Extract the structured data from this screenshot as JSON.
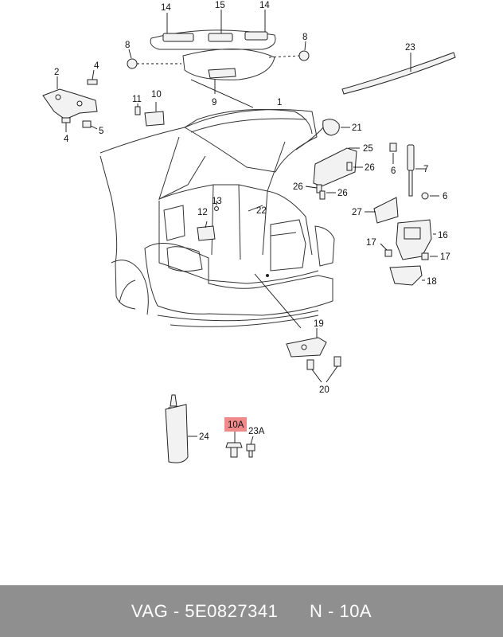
{
  "callouts": {
    "c14a": "14",
    "c15": "15",
    "c14b": "14",
    "c8a": "8",
    "c8b": "8",
    "c23": "23",
    "c2": "2",
    "c4a": "4",
    "c4b": "4",
    "c5": "5",
    "c11": "11",
    "c10": "10",
    "c9": "9",
    "c1": "1",
    "c21": "21",
    "c25": "25",
    "c26a": "26",
    "c26b": "26",
    "c26c": "26",
    "c6a": "6",
    "c7": "7",
    "c6b": "6",
    "c13": "13",
    "c12": "12",
    "c22": "22",
    "c27": "27",
    "c16": "16",
    "c17a": "17",
    "c17b": "17",
    "c18": "18",
    "c19": "19",
    "c20": "20",
    "c24": "24",
    "c10A": "10A",
    "c23A": "23A"
  },
  "highlight": {
    "part": "10A",
    "color": "#f08a8a"
  },
  "footer": {
    "brand": "VAG",
    "part_number": "5E0827341",
    "position": "N - 10A",
    "background": "#8f8f8f"
  }
}
